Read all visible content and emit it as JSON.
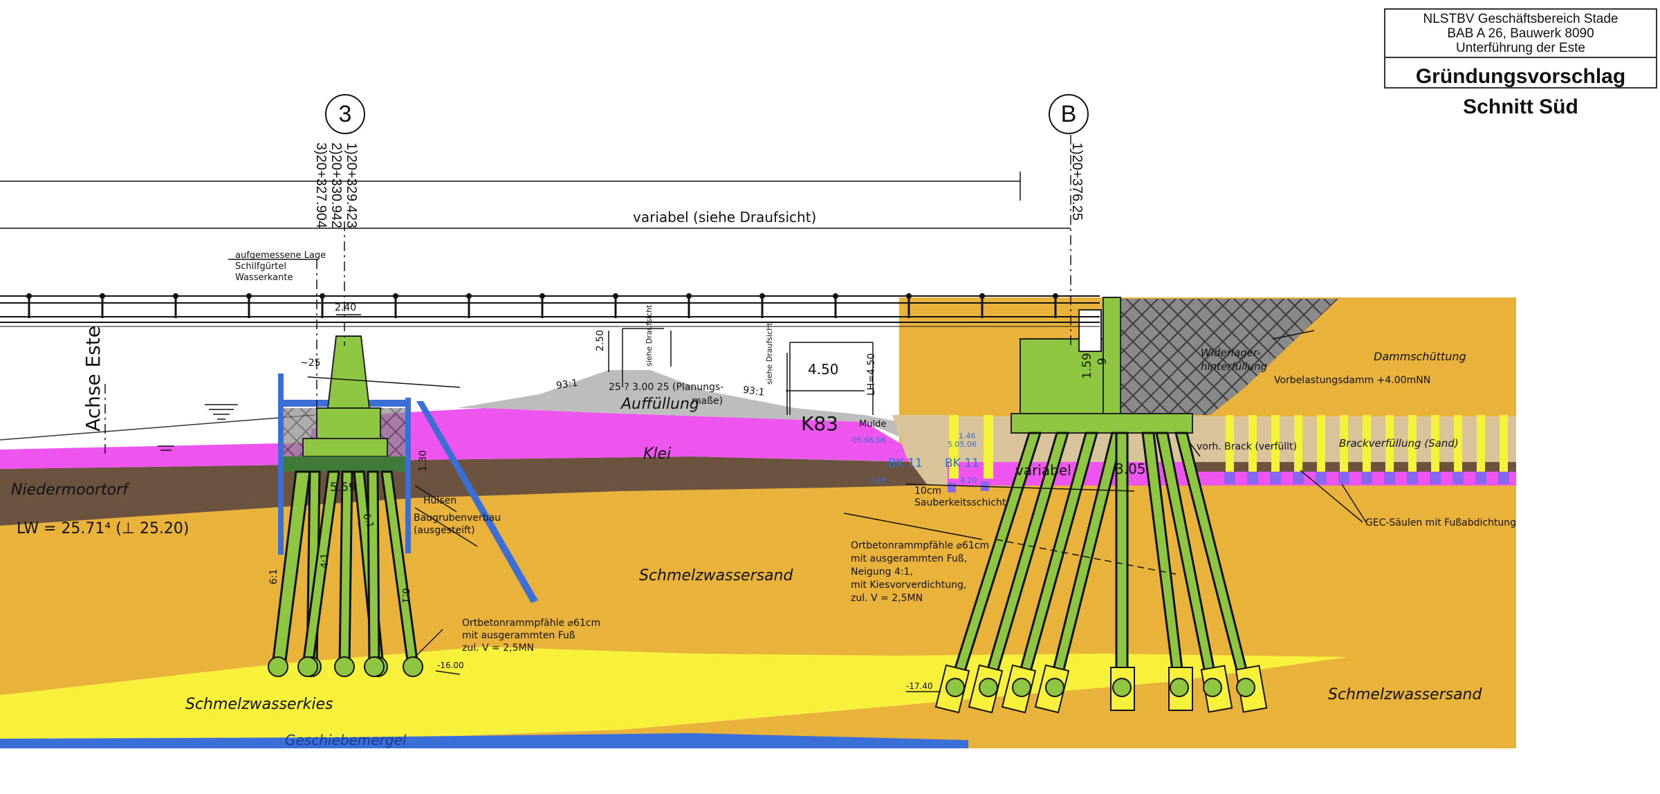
{
  "title_block": {
    "org": "NLSTBV Geschäftsbereich Stade",
    "project": "BAB A 26, Bauwerk 8090",
    "object": "Unterführung der Este",
    "title": "Gründungsvorschlag",
    "section": "Schnitt Süd"
  },
  "axes": [
    {
      "id": "3",
      "chainage": [
        "1)20+329.423",
        "2)20+330.942",
        "3)20+327.904"
      ]
    },
    {
      "id": "B",
      "chainage": [
        "1)20+376.25"
      ]
    }
  ],
  "dimensions": {
    "span": "variabel (siehe Draufsicht)",
    "pier_top": "2.40",
    "offset": "~25",
    "embank_height": "2.50",
    "embank_crest": "25 ? 3.00 25 (Planungs-",
    "embank_crest2": "maße)",
    "slope_left": "93:1",
    "slope_right": "93:1",
    "clearance": "4.50",
    "lh": "LH=4.50",
    "see_plan_1": "siehe Draufsicht",
    "see_plan_2": "siehe Draufsicht",
    "depth_pier": "1.30",
    "dim_559": "5.59",
    "dim_61": "6.1",
    "abut_159": "1.59",
    "abut_9": "9",
    "abut_variabel": "variabel",
    "abut_305": "3.05",
    "level_left": "-16.00",
    "level_right": "-17.40",
    "lw": "LW = 25.71⁴ (⊥ 25.20)",
    "pile_slope_61a": "6:1",
    "pile_slope_41": "4:1",
    "pile_slope_61b": "6:1",
    "k83": "K83",
    "mulde": "Mulde",
    "bk11_a": "BK 11",
    "bk11_b": "BK 11",
    "blue_small_1": "05.06.06",
    "blue_small_2": "5.05.06",
    "blue_small_3": "3.99",
    "blue_small_4": "1.46",
    "blue_small_5": "4.20"
  },
  "annotations": {
    "shore": [
      "aufgemessene Lage",
      "Schilfgürtel",
      "Wasserkante"
    ],
    "river_axis": "Achse Este",
    "huelsen": "Hülsen",
    "pit": [
      "Baugrubenverbau",
      "(ausgesteift)"
    ],
    "piles_left": [
      "Ortbetonrammpfähle ⌀61cm",
      "mit ausgerammten Fuß",
      "zul. V = 2,5MN"
    ],
    "piles_right": [
      "Ortbetonrammpfähle ⌀61cm",
      "mit ausgerammten Fuß,",
      "Neigung 4:1,",
      "mit Kiesvorverdichtung,",
      "zul. V = 2,5MN"
    ],
    "blinding": [
      "10cm",
      "Sauberkeitsschicht"
    ],
    "backfill": [
      "Widerlager-",
      "hinterfüllung"
    ],
    "preload": "Vorbelastungsdamm +4.00mNN",
    "old_brack": "vorh. Brack (verfüllt)",
    "brack_fill": "Brackverfüllung (Sand)",
    "gec": "GEC-Säulen mit Fußabdichtung"
  },
  "soils": {
    "klei": "Klei",
    "niedermoor": "Niedermoortorf",
    "schmelzsand_1": "Schmelzwassersand",
    "schmelzsand_2": "Schmelzwassersand",
    "schmelzkies": "Schmelzwasserkies",
    "geschiebe": "Geschiebemergel",
    "auffuellung": "Auffüllung",
    "damm": "Dammschüttung"
  },
  "colors": {
    "sand": "#e9b23a",
    "gravel": "#f7f13c",
    "klei": "#ee55ee",
    "peat": "#6b5340",
    "fill": "#bdbdbd",
    "pile": "#8fc641",
    "marl": "#3a6fd8",
    "gec": "#f5f23a",
    "gec_foot": "#8866ee",
    "tan": "#d8c39a"
  }
}
